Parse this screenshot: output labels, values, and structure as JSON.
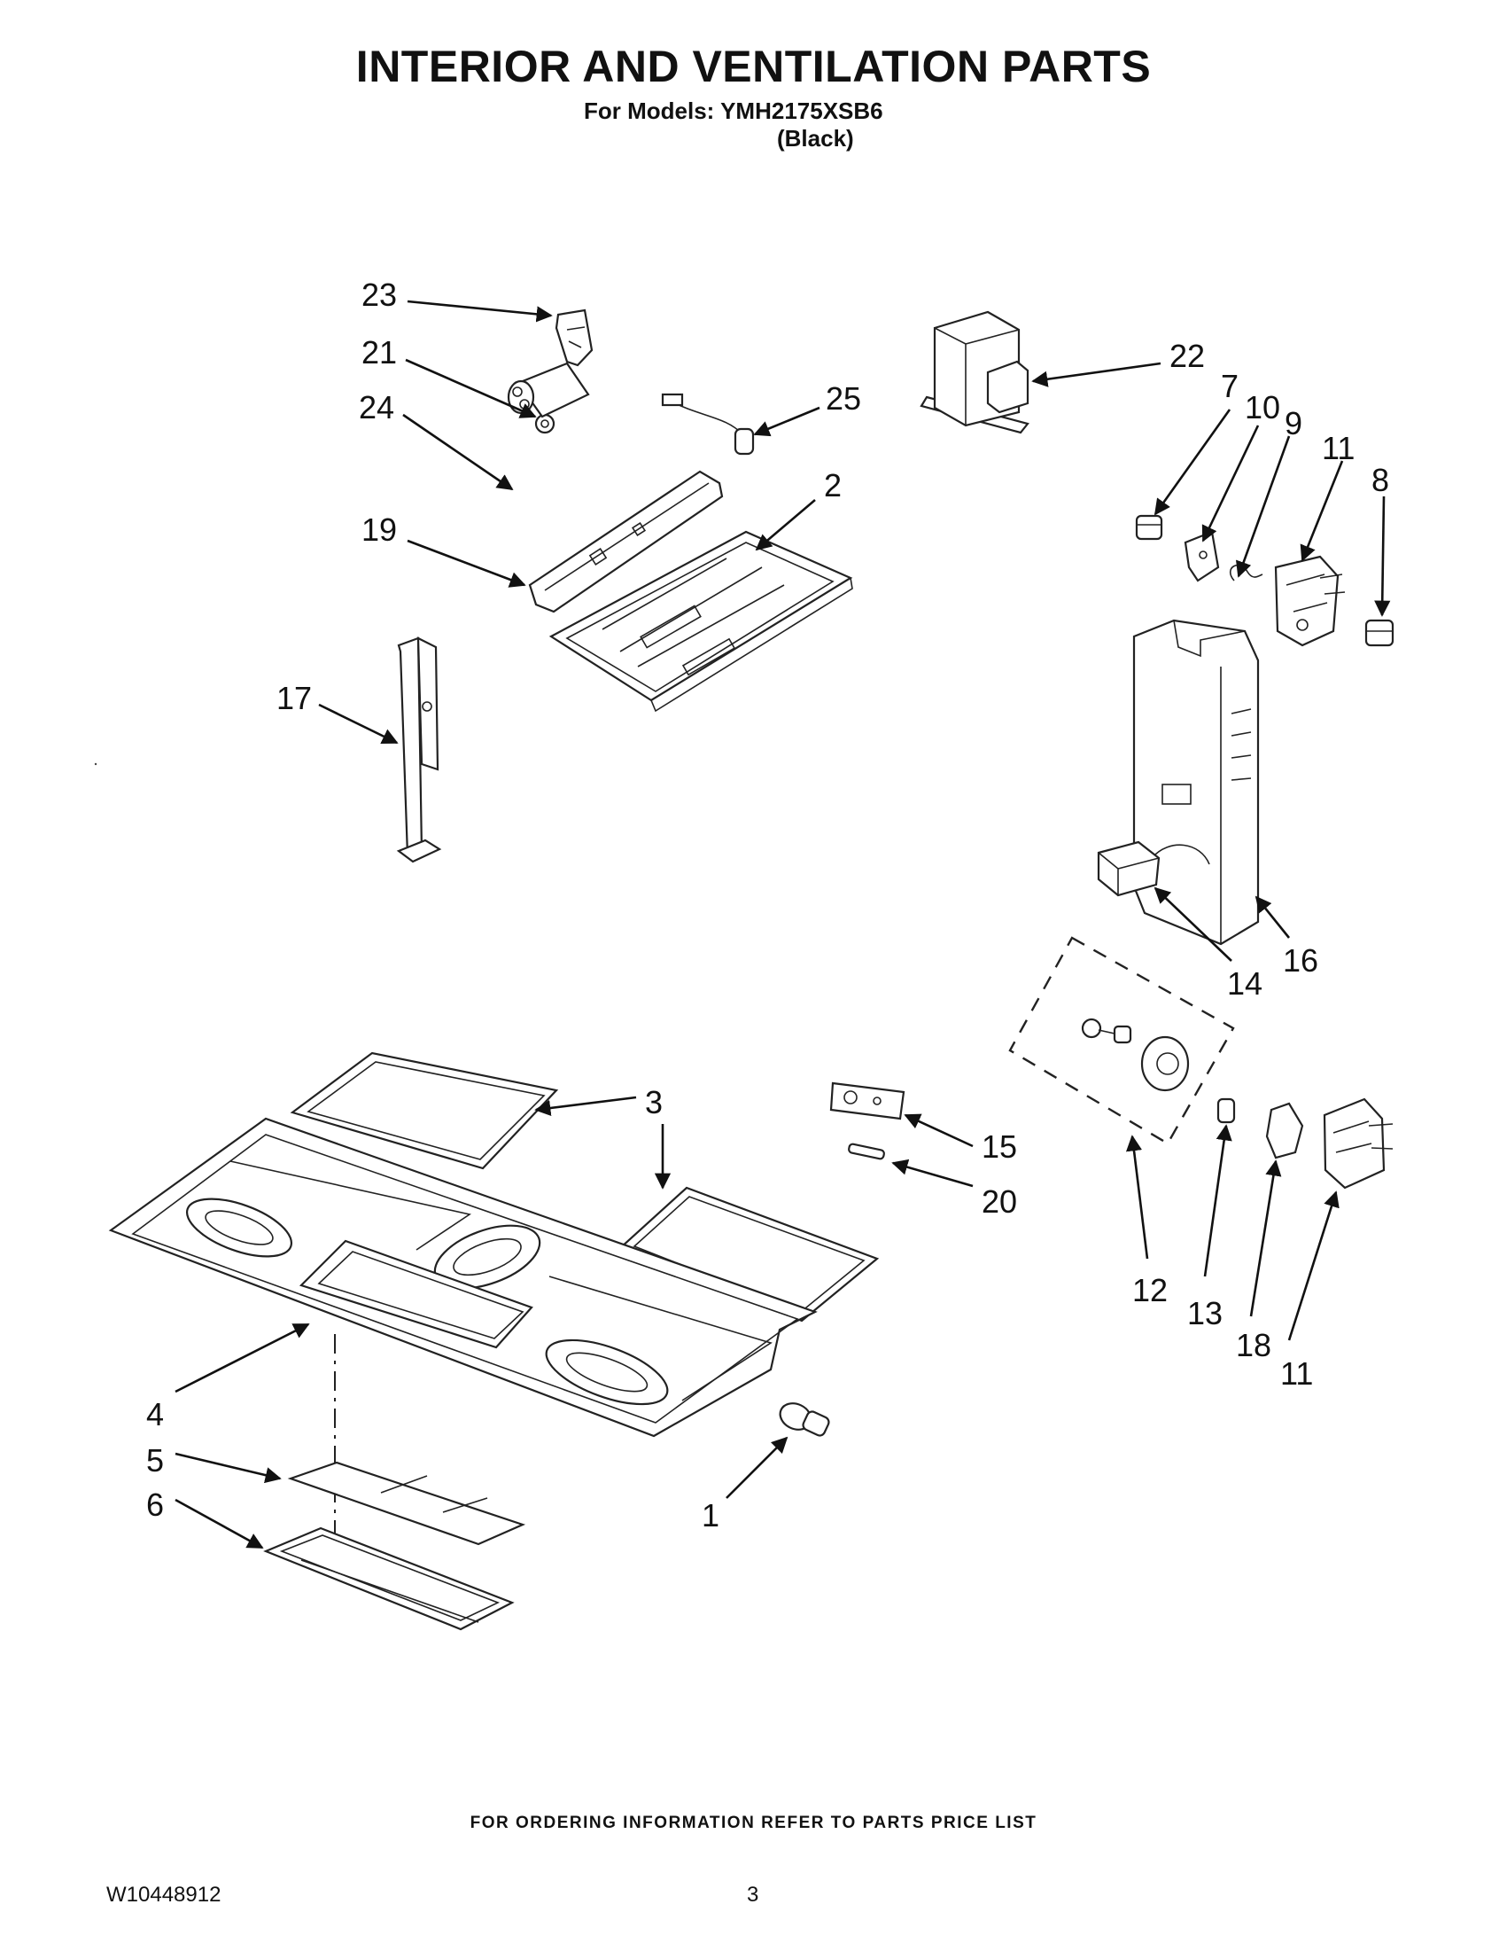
{
  "header": {
    "title": "INTERIOR AND VENTILATION PARTS",
    "subtitle": "For Models: YMH2175XSB6",
    "variant": "(Black)"
  },
  "callouts": [
    "23",
    "21",
    "24",
    "19",
    "17",
    "25",
    "2",
    "22",
    "7",
    "10",
    "9",
    "11",
    "8",
    "16",
    "14",
    "3",
    "15",
    "20",
    "12",
    "13",
    "18",
    "11",
    "4",
    "5",
    "6",
    "1"
  ],
  "footer": {
    "ordering_note": "FOR ORDERING INFORMATION REFER TO PARTS PRICE LIST",
    "doc_number": "W10448912",
    "page_number": "3"
  }
}
